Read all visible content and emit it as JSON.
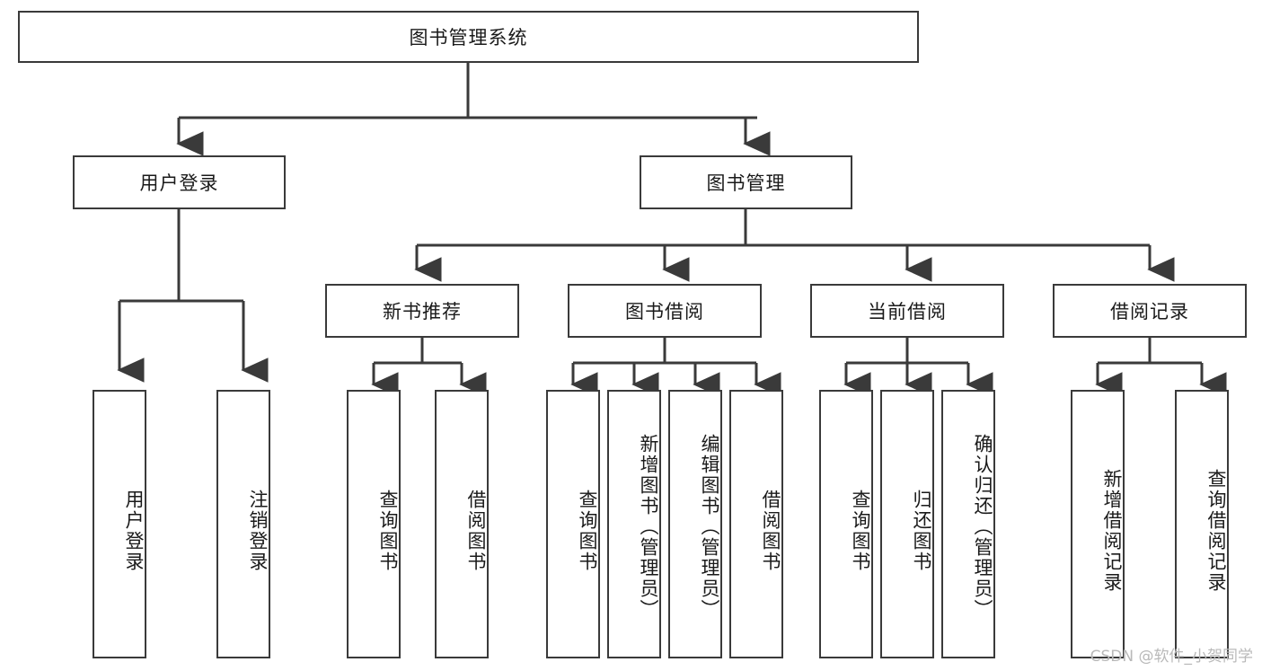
{
  "diagram": {
    "type": "tree-hierarchy",
    "title": "图书管理系统",
    "watermark": "CSDN @软件_小贺同学",
    "colors": {
      "box_border": "#3a3a3a",
      "box_fill": "#ffffff",
      "edge": "#3a3a3a",
      "text": "#1a1a1a",
      "watermark": "#b9b9b9",
      "background": "#ffffff"
    },
    "nodes": {
      "root": {
        "label": "图书管理系统"
      },
      "level2": [
        {
          "id": "user-login",
          "label": "用户登录"
        },
        {
          "id": "book-manage",
          "label": "图书管理"
        }
      ],
      "level3": [
        {
          "id": "new-book-recommend",
          "label": "新书推荐"
        },
        {
          "id": "book-borrow",
          "label": "图书借阅"
        },
        {
          "id": "current-borrow",
          "label": "当前借阅"
        },
        {
          "id": "borrow-record",
          "label": "借阅记录"
        }
      ],
      "leaves": {
        "user_login": [
          {
            "id": "leaf-user-login",
            "label": "用户登录"
          },
          {
            "id": "leaf-logout-login",
            "label": "注销登录"
          }
        ],
        "new_book_recommend": [
          {
            "id": "leaf-query-book-1",
            "label": "查询图书"
          },
          {
            "id": "leaf-borrow-book-1",
            "label": "借阅图书"
          }
        ],
        "book_borrow": [
          {
            "id": "leaf-query-book-2",
            "label": "查询图书"
          },
          {
            "id": "leaf-add-book",
            "label": "新增图书（管理员）"
          },
          {
            "id": "leaf-edit-book",
            "label": "编辑图书（管理员）"
          },
          {
            "id": "leaf-borrow-book-2",
            "label": "借阅图书"
          }
        ],
        "current_borrow": [
          {
            "id": "leaf-query-book-3",
            "label": "查询图书"
          },
          {
            "id": "leaf-return-book",
            "label": "归还图书"
          },
          {
            "id": "leaf-confirm-return",
            "label": "确认归还（管理员）"
          }
        ],
        "borrow_record": [
          {
            "id": "leaf-add-record",
            "label": "新增借阅记录"
          },
          {
            "id": "leaf-query-record",
            "label": "查询借阅记录"
          }
        ]
      }
    }
  }
}
